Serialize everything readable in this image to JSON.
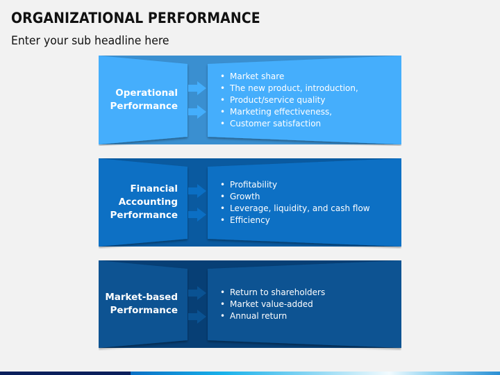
{
  "header": {
    "title": "ORGANIZATIONAL PERFORMANCE",
    "subtitle": "Enter your sub headline here"
  },
  "panels": [
    {
      "label": "Operational Performance",
      "label_lines": [
        "Operational",
        "Performance"
      ],
      "bullets": [
        "Market share",
        "The new product, introduction,",
        "Product/service quality",
        "Marketing effectiveness,",
        "Customer satisfaction"
      ],
      "colors": {
        "back": "#3a8fd0",
        "front": "#44aefc",
        "arrow": "#44aefc"
      }
    },
    {
      "label": "Financial Accounting Performance",
      "label_lines": [
        "Financial",
        "Accounting",
        "Performance"
      ],
      "bullets": [
        "Profitability",
        "Growth",
        "Leverage, liquidity, and cash flow",
        "Efficiency"
      ],
      "colors": {
        "back": "#0a5aa0",
        "front": "#0b6fc4",
        "arrow": "#0b6fc4"
      }
    },
    {
      "label": "Market-based Performance",
      "label_lines": [
        "Market-based",
        "Performance"
      ],
      "bullets": [
        "Return to shareholders",
        "Market value-added",
        "Annual return"
      ],
      "colors": {
        "back": "#073f75",
        "front": "#0a5292",
        "arrow": "#0a5292"
      }
    }
  ],
  "footer": {
    "bar_colors": {
      "dark": "#0a1f5c",
      "grad_start": "#0a6fc4",
      "grad_mid": "#19b1ea",
      "grad_light": "#eaf7fd",
      "grad_end": "#2a8fd4"
    }
  }
}
